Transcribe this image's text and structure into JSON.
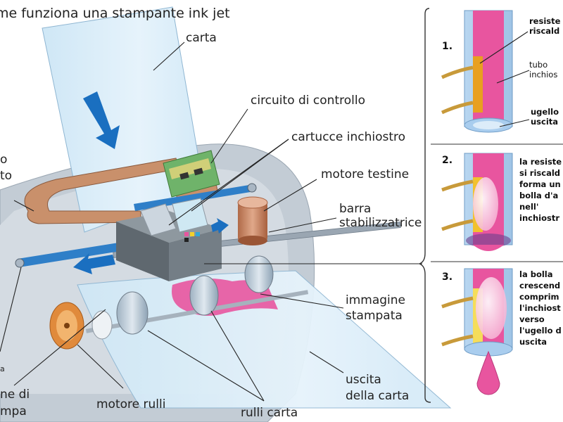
{
  "title": "me funziona una stampante ink jet",
  "labels": {
    "carta": "carta",
    "circuito": "circuito di controllo",
    "cartucce": "cartucce inchiostro",
    "motore_testine": "motore testine",
    "barra_1": "barra",
    "barra_2": "stabilizzatrice",
    "immagine_1": "immagine",
    "immagine_2": "stampata",
    "uscita_1": "uscita",
    "uscita_2": "della carta",
    "rulli_carta": "rulli carta",
    "motore_rulli": "motore rulli",
    "left_1": "o",
    "left_2": "to",
    "left_3": "a",
    "left_4": "ne di",
    "left_5": "mpa"
  },
  "steps": [
    {
      "number": "1.",
      "labels": [
        {
          "line1": "resiste",
          "line2": "riscald"
        },
        {
          "line1": "tubo",
          "line2": "inchios"
        },
        {
          "line1": "ugello",
          "line2": "uscita"
        }
      ]
    },
    {
      "number": "2.",
      "text": [
        "la resiste",
        "si riscald",
        "forma un",
        "bolla d'a",
        "nell'",
        "inchiostr"
      ]
    },
    {
      "number": "3.",
      "text": [
        "la bolla",
        "crescend",
        "comprim",
        "l'inchiost",
        "verso",
        "l'ugello d",
        "uscita"
      ]
    }
  ],
  "colors": {
    "ink": "#e8559f",
    "paper": "#d6ecf8",
    "heater": "#e8a020",
    "arrow": "#1a6fc0",
    "cable": "#c9906b"
  }
}
